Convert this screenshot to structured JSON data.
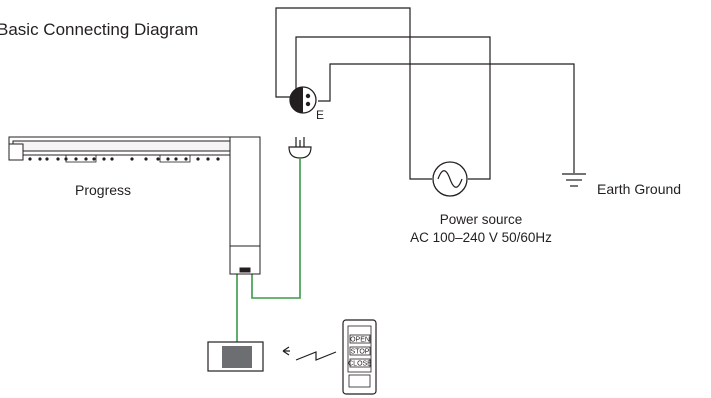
{
  "diagram": {
    "title": "Basic Connecting Diagram",
    "outlet_ground_mark": "E",
    "motor_label": "Progress",
    "power_source": {
      "line1": "Power source",
      "line2": "AC 100–240 V 50/60Hz"
    },
    "earth_ground_label": "Earth Ground",
    "remote_buttons": [
      "OPEN",
      "STOP",
      "CLOSE"
    ]
  },
  "colors": {
    "line": "#231f20",
    "cable": "#3a9a48",
    "receiver_fill": "#6d6e71"
  }
}
